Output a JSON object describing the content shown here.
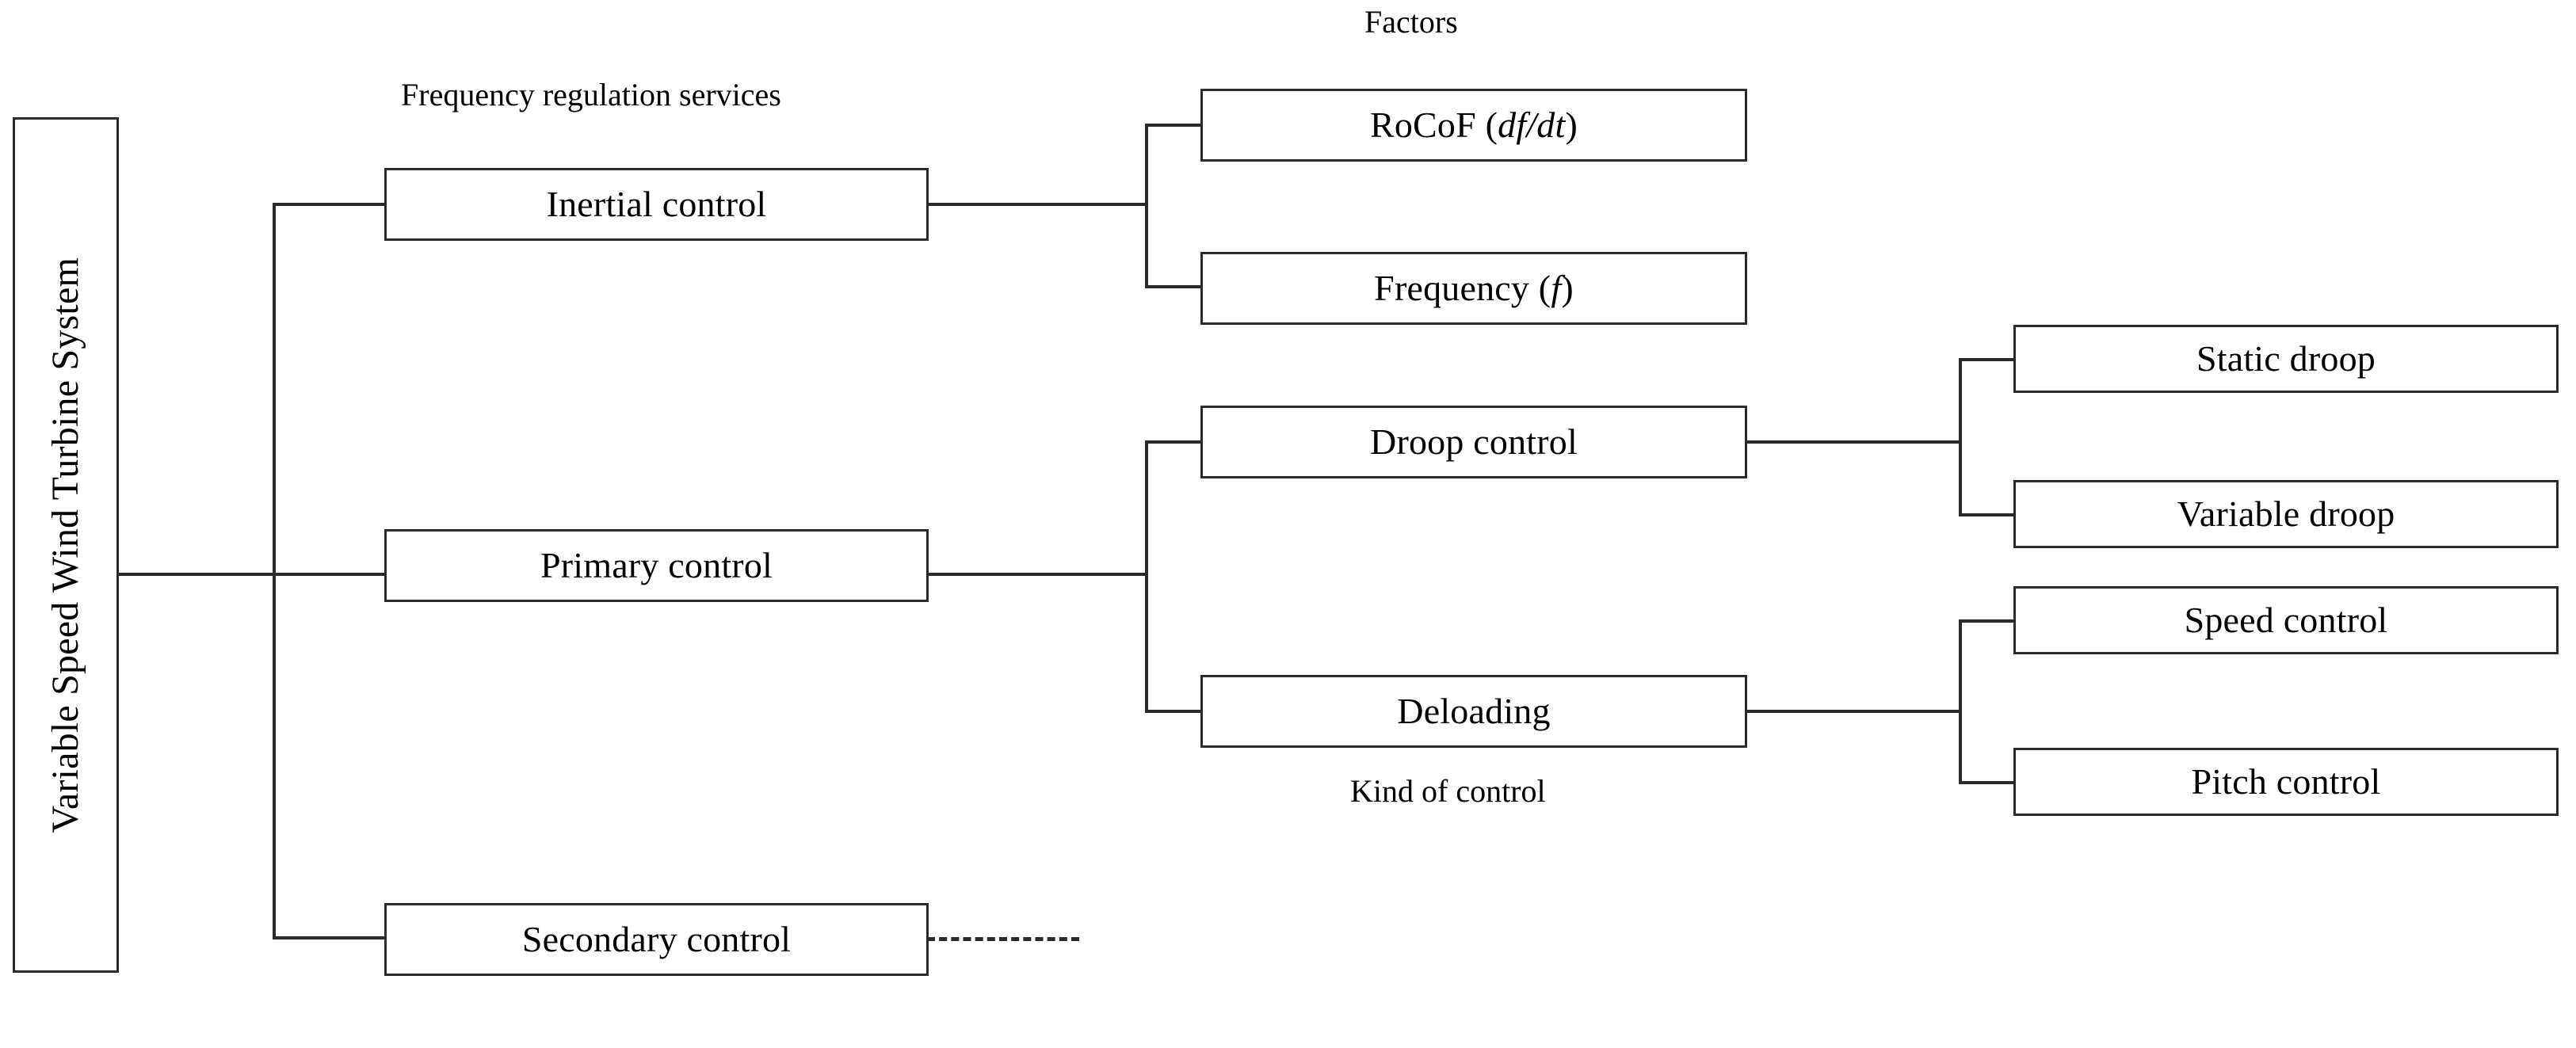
{
  "diagram": {
    "root": {
      "label": "Variable Speed Wind Turbine System"
    },
    "captions": {
      "factors": "Factors",
      "frequency_regulation_services": "Frequency regulation services",
      "kind_of_control": "Kind of control"
    },
    "level1": [
      {
        "id": "inertial",
        "label": "Inertial control"
      },
      {
        "id": "primary",
        "label": "Primary control"
      },
      {
        "id": "secondary",
        "label": "Secondary control"
      }
    ],
    "level2": [
      {
        "id": "rocof",
        "label_plain": "RoCoF (df/dt)",
        "prefix": "RoCoF (",
        "italic": "df/dt",
        "suffix": ")"
      },
      {
        "id": "frequency",
        "label_plain": "Frequency (f)",
        "prefix": "Frequency (",
        "italic": "f",
        "suffix": ")"
      },
      {
        "id": "droop",
        "label_plain": "Droop control",
        "prefix": "Droop control",
        "italic": "",
        "suffix": ""
      },
      {
        "id": "deloading",
        "label_plain": "Deloading",
        "prefix": "Deloading",
        "italic": "",
        "suffix": ""
      }
    ],
    "level3": [
      {
        "id": "static-droop",
        "label": "Static droop"
      },
      {
        "id": "variable-droop",
        "label": "Variable droop"
      },
      {
        "id": "speed-control",
        "label": "Speed control"
      },
      {
        "id": "pitch-control",
        "label": "Pitch control"
      }
    ],
    "edges": {
      "dashed_from_secondary": true
    },
    "colors": {
      "line": "#2b2b2b",
      "text": "#000000",
      "background": "#ffffff"
    }
  }
}
